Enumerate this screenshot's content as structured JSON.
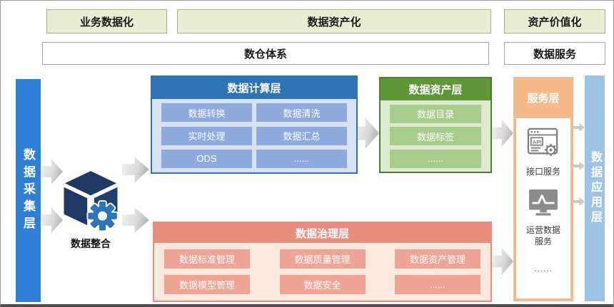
{
  "top": {
    "phases": [
      {
        "label": "业务数据化"
      },
      {
        "label": "数据资产化"
      },
      {
        "label": "资产价值化"
      }
    ],
    "systems": [
      {
        "label": "数仓体系"
      },
      {
        "label": "数据服务"
      }
    ]
  },
  "collect_bar": {
    "label": "数据采集层"
  },
  "integration": {
    "label": "数据整合",
    "icon": "cube-gear-icon"
  },
  "compute": {
    "title": "数据计算层",
    "items": [
      "数据转换",
      "数据清洗",
      "实时处理",
      "数据汇总",
      "ODS",
      "......"
    ]
  },
  "asset": {
    "title": "数据资产层",
    "items": [
      "数据目录",
      "数据标签",
      "......"
    ]
  },
  "governance": {
    "title": "数据治理层",
    "items": [
      "数据标准管理",
      "数据质量管理",
      "数据资产管理",
      "数据模型管理",
      "数据安全",
      "......"
    ]
  },
  "service": {
    "title": "服务层",
    "api_label": "接口服务",
    "api_icon_text": "API",
    "ops_label": "运营数据服务",
    "more": "......"
  },
  "app_bar": {
    "label": "数据应用层"
  },
  "colors": {
    "collect_bar": "#2F7FD6",
    "app_bar": "#9DC3E6",
    "compute_header": "#2E74B5",
    "compute_item": "#8FAADC",
    "asset_header": "#5E9638",
    "asset_item": "#A6CD8B",
    "governance_header": "#E98F7F",
    "governance_item": "#EFA496",
    "service_bg": "#F5B98C",
    "phase_box_bg": "#E9EDD2"
  }
}
